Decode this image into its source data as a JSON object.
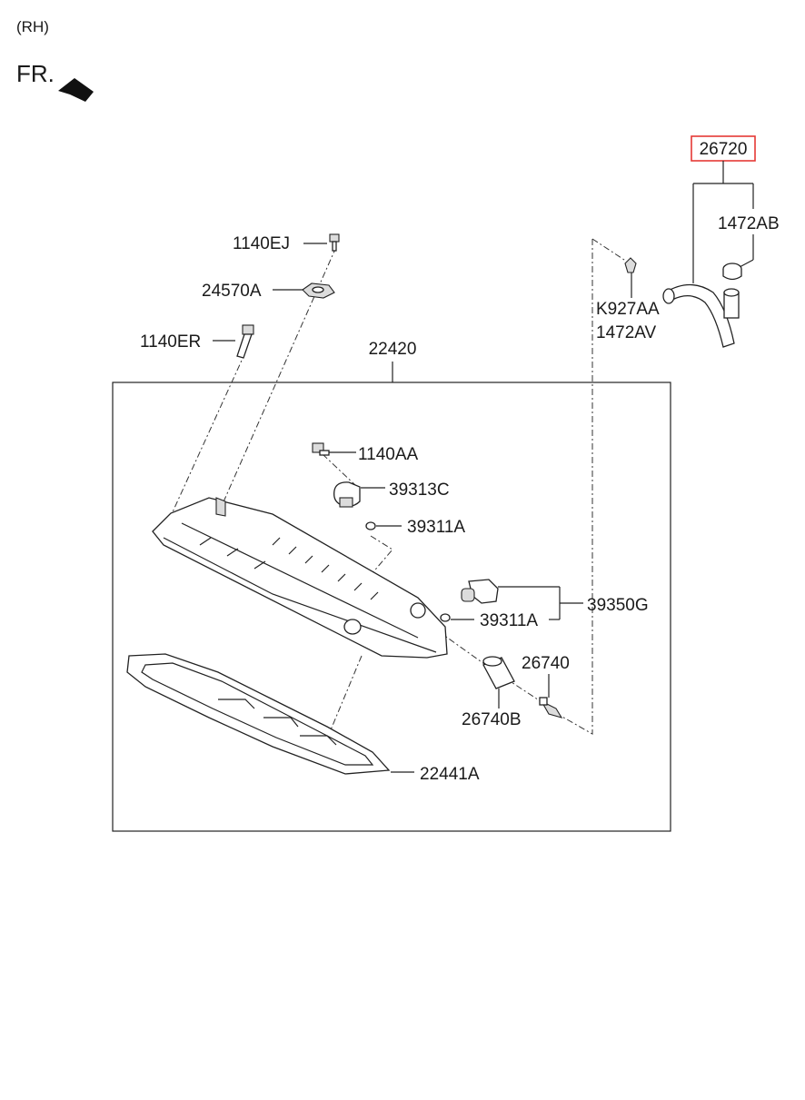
{
  "header": {
    "side": "(RH)",
    "front_label": "FR."
  },
  "accent": {
    "highlight": "#e53935"
  },
  "parts": [
    {
      "id": "p-26720",
      "code": "26720",
      "highlighted": true
    },
    {
      "id": "p-1472AB",
      "code": "1472AB"
    },
    {
      "id": "p-K927AA",
      "code": "K927AA"
    },
    {
      "id": "p-1472AV",
      "code": "1472AV"
    },
    {
      "id": "p-1140EJ",
      "code": "1140EJ"
    },
    {
      "id": "p-24570A",
      "code": "24570A"
    },
    {
      "id": "p-1140ER",
      "code": "1140ER"
    },
    {
      "id": "p-22420",
      "code": "22420"
    },
    {
      "id": "p-1140AA",
      "code": "1140AA"
    },
    {
      "id": "p-39313C",
      "code": "39313C"
    },
    {
      "id": "p-39311A-1",
      "code": "39311A"
    },
    {
      "id": "p-39350G",
      "code": "39350G"
    },
    {
      "id": "p-39311A-2",
      "code": "39311A"
    },
    {
      "id": "p-26740",
      "code": "26740"
    },
    {
      "id": "p-26740B",
      "code": "26740B"
    },
    {
      "id": "p-22441A",
      "code": "22441A"
    }
  ]
}
